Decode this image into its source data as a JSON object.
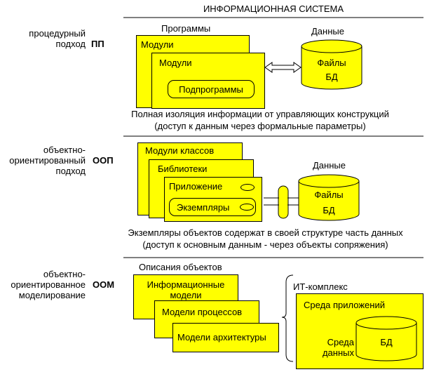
{
  "title": "ИНФОРМАЦИОННАЯ СИСТЕМА",
  "sections": {
    "pp": {
      "approach": [
        "процедурный",
        "подход"
      ],
      "abbr": "ПП",
      "programs_label": "Программы",
      "box_modules_1": "Модули",
      "box_modules_2": "Модули",
      "subprograms": "Подпрограммы",
      "data_label": "Данные",
      "db_text": [
        "Файлы",
        "БД"
      ],
      "note": [
        "Полная изоляция информации от управляющих конструкций",
        "(доступ к данным через формальные параметры)"
      ]
    },
    "oop": {
      "approach": [
        "объектно-",
        "ориентированный",
        "подход"
      ],
      "abbr": "ООП",
      "box_class_modules": "Модули классов",
      "box_libraries": "Библиотеки",
      "box_application": "Приложение",
      "instances": "Экземпляры",
      "data_label": "Данные",
      "db_text": [
        "Файлы",
        "БД"
      ],
      "note": [
        "Экземпляры объектов содержат в своей структуре часть данных",
        "(доступ к основным данным - через объекты сопряжения)"
      ]
    },
    "oom": {
      "approach": [
        "объектно-",
        "ориентированное",
        "моделирование"
      ],
      "abbr": "ООМ",
      "descriptions_label": "Описания объектов",
      "box_info_models": [
        "Информационные",
        "модели"
      ],
      "box_process_models": "Модели процессов",
      "box_arch_models": "Модели архитектуры",
      "complex_label": "ИТ-комплекс",
      "env_apps": "Среда приложений",
      "env_data": [
        "Среда",
        "данных"
      ],
      "db": "БД"
    }
  },
  "colors": {
    "fill": "#ffff00",
    "stroke": "#000000",
    "background": "#ffffff"
  }
}
